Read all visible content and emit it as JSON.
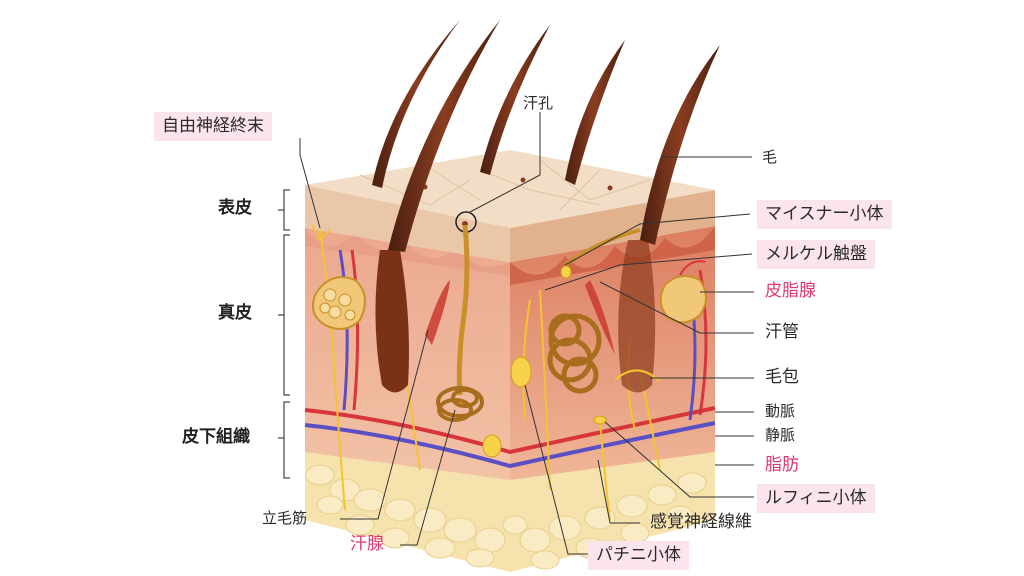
{
  "labels": {
    "jiyuu_shinkei": "自由神経終末",
    "hanko": "汗孔",
    "ke": "毛",
    "hyouhi": "表皮",
    "shinpi": "真皮",
    "hikasoshiki": "皮下組織",
    "meissner": "マイスナー小体",
    "merkel": "メルケル触盤",
    "hishisen": "皮脂腺",
    "kankan": "汗管",
    "mouhou": "毛包",
    "doumyaku": "動脈",
    "joumyaku": "静脈",
    "shibou": "脂肪",
    "ruffini": "ルフィニ小体",
    "kankaku": "感覚神経線維",
    "pacini": "パチニ小体",
    "ritsumou": "立毛筋",
    "kansen": "汗腺"
  },
  "colors": {
    "highlight_box": "#fbe5ea",
    "pink_text": "#e0366f",
    "epidermis": "#ecd0b4",
    "dermis": "#eeb39b",
    "fat": "#f7e6b4",
    "artery": "#d9353d",
    "vein": "#5b4fc4",
    "nerve": "#f4c430",
    "hair": "#6b2f1a"
  }
}
